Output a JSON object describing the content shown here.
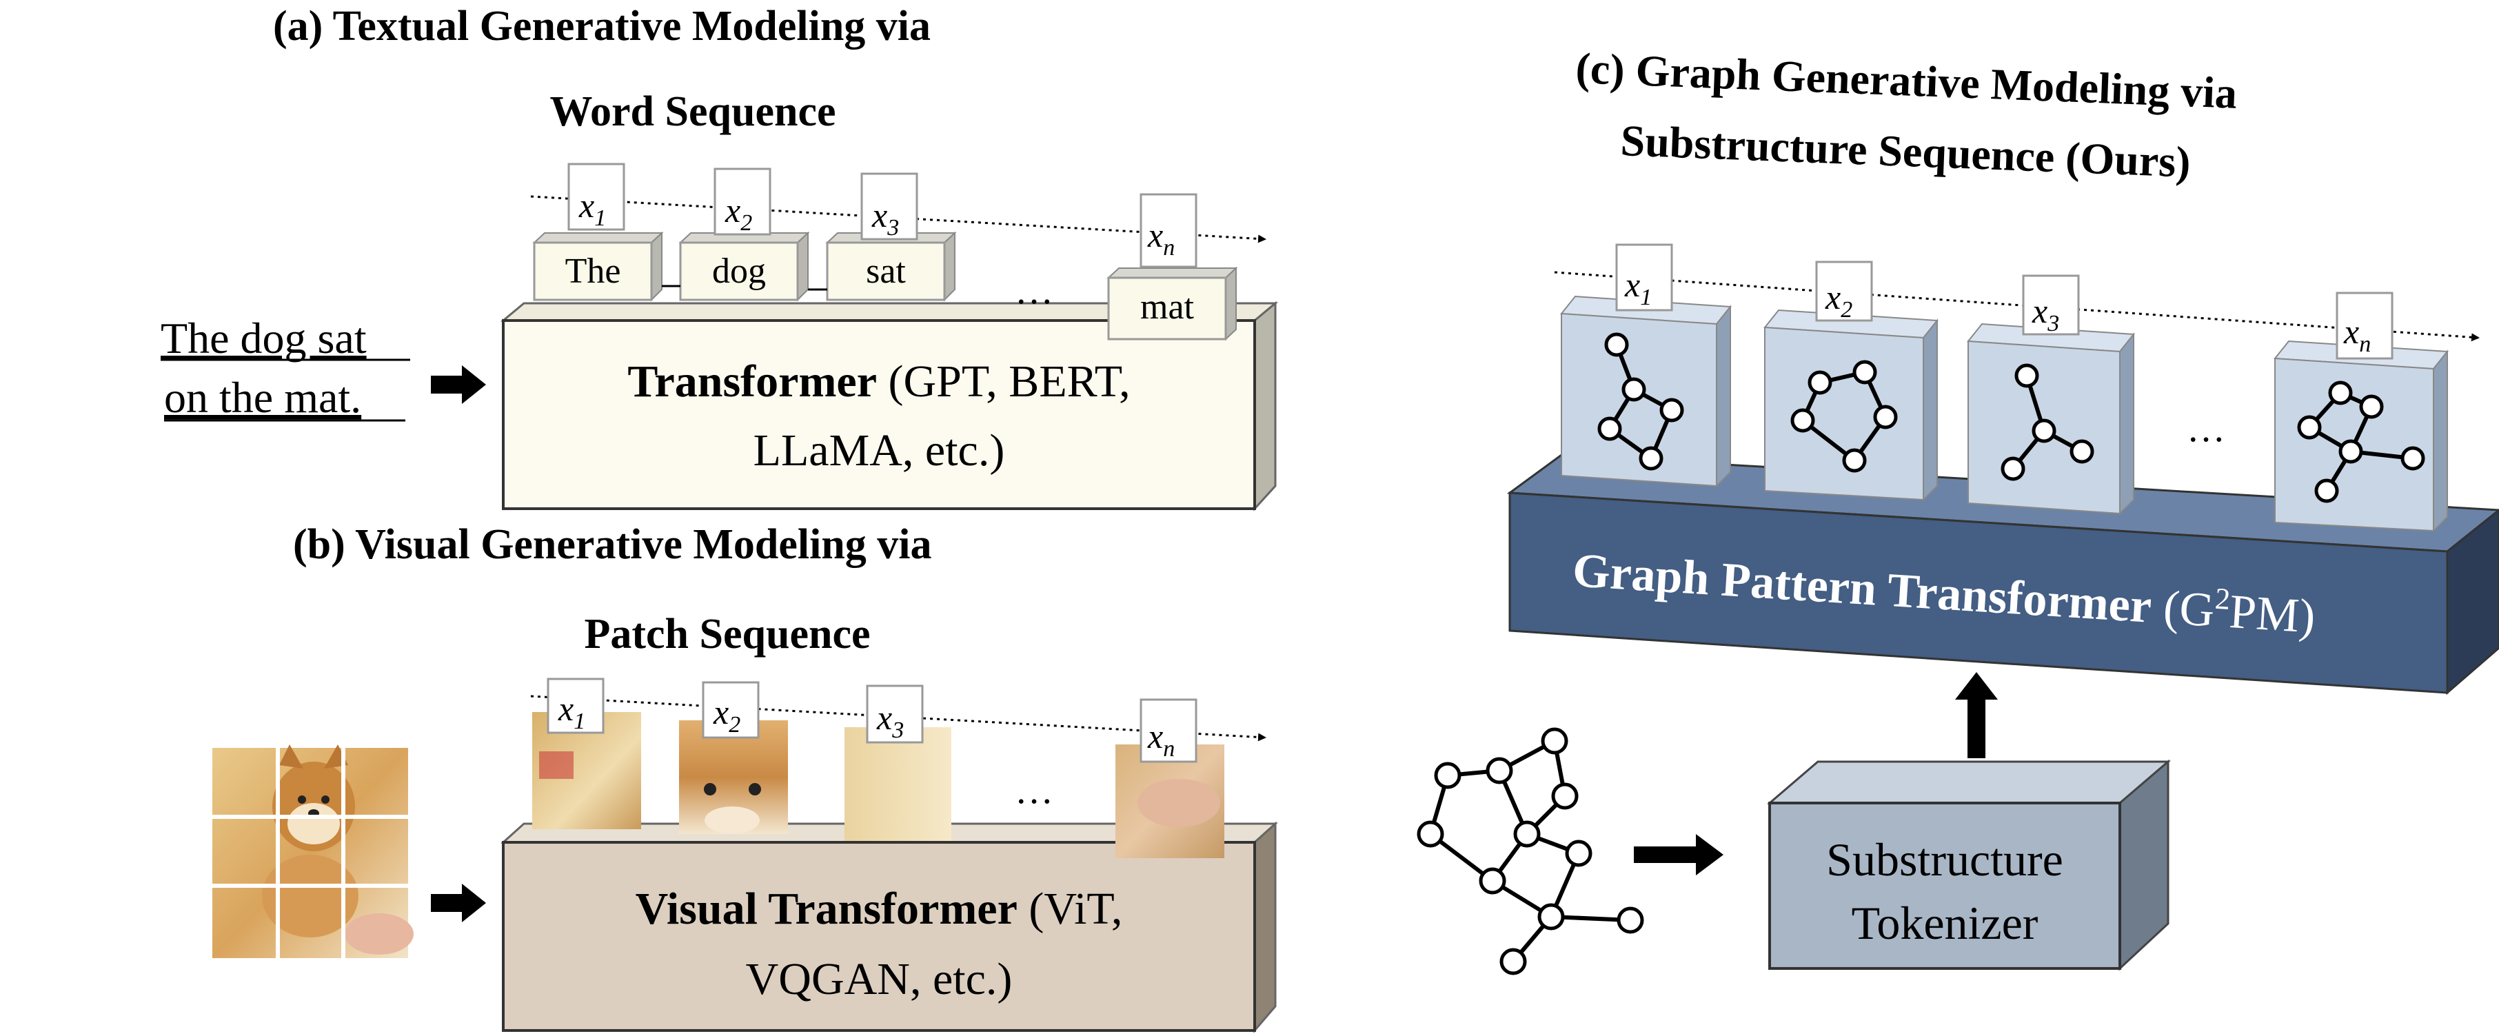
{
  "panel_a": {
    "title_line1": "(a)  Textual Generative Modeling via",
    "title_line2": "Word Sequence",
    "input_line1": "The dog sat",
    "input_line2": "on the mat.",
    "token_labels": [
      "x",
      "x",
      "x",
      "x"
    ],
    "token_subscripts": [
      "1",
      "2",
      "3",
      "n"
    ],
    "words": [
      "The",
      "dog",
      "sat",
      "mat"
    ],
    "ellipsis": "…",
    "box_bold": "Transformer",
    "box_rest": " (GPT, BERT,",
    "box_line2": "LLaMA, etc.)"
  },
  "panel_b": {
    "title_line1": "(b) Visual Generative Modeling via",
    "title_line2": "Patch Sequence",
    "token_labels": [
      "x",
      "x",
      "x",
      "x"
    ],
    "token_subscripts": [
      "1",
      "2",
      "3",
      "n"
    ],
    "ellipsis": "…",
    "box_bold": "Visual Transformer",
    "box_rest": " (ViT,",
    "box_line2": "VQGAN, etc.)"
  },
  "panel_c": {
    "title_line1": "(c) Graph Generative Modeling via",
    "title_line2": "Substructure Sequence (Ours)",
    "token_labels": [
      "x",
      "x",
      "x",
      "x"
    ],
    "token_subscripts": [
      "1",
      "2",
      "3",
      "n"
    ],
    "ellipsis": "…",
    "box_bold": "Graph Pattern Transformer",
    "box_rest_a": " (G",
    "box_sup": "2",
    "box_rest_b": "PM)",
    "tokenizer_line1": "Substructure",
    "tokenizer_line2": "Tokenizer"
  },
  "colors": {
    "text_box_front": "#fdfbf0",
    "visual_box_front": "#dccfc0",
    "graph_box_front": "#445e84",
    "tile_front": "#c9d6e6",
    "tokenizer_front": "#a8b6c6",
    "arrow": "#000000"
  }
}
